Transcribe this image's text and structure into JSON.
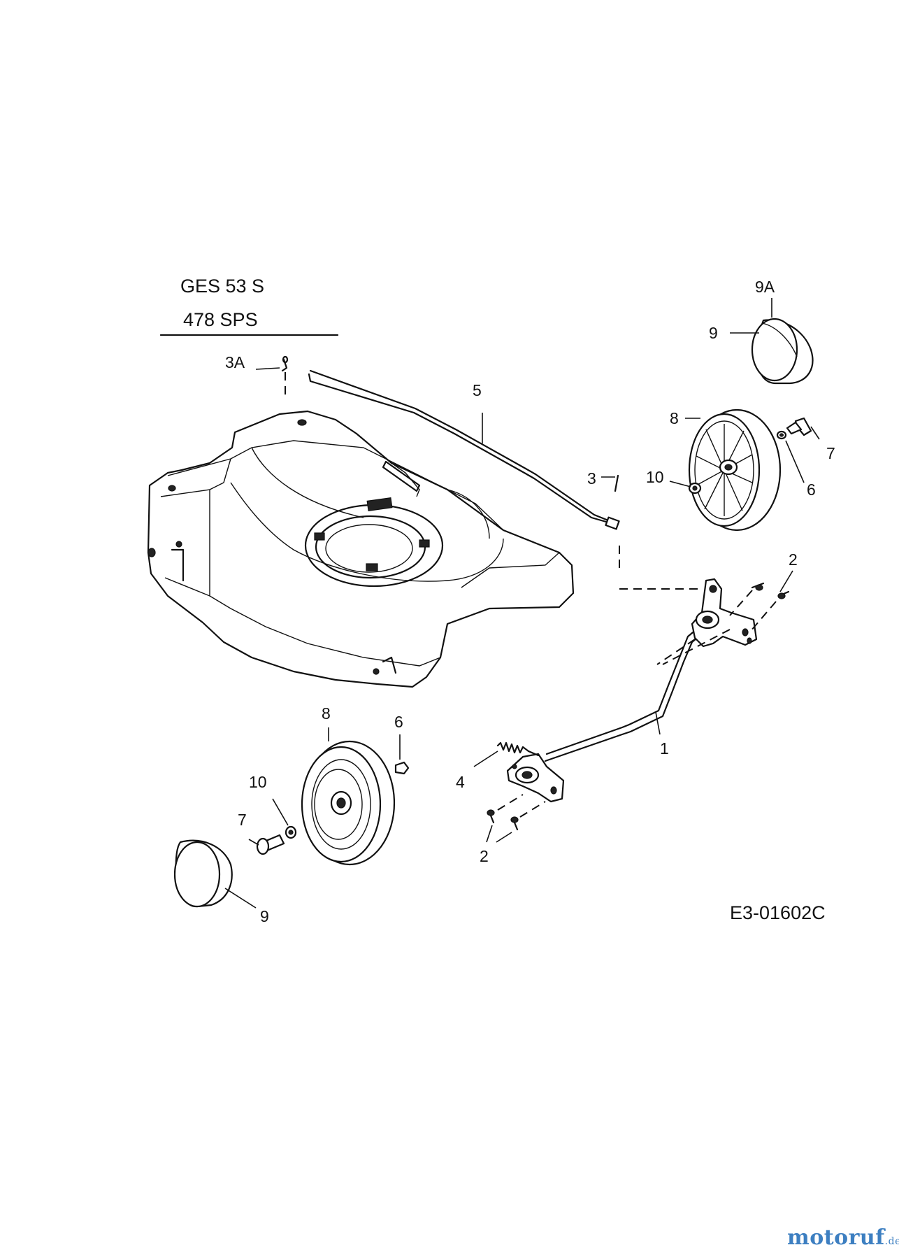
{
  "models": [
    "GES 53 S",
    "478 SPS"
  ],
  "drawing_number": "E3-01602C",
  "watermark": {
    "brand": "motoruf",
    "suffix": ".de",
    "color": "#3d7fc1"
  },
  "callouts": {
    "c_3A": "3A",
    "c_5": "5",
    "c_9A": "9A",
    "c_9_top": "9",
    "c_8_top": "8",
    "c_7_top": "7",
    "c_6_top": "6",
    "c_10_top": "10",
    "c_3": "3",
    "c_2_top": "2",
    "c_1": "1",
    "c_8_bottom": "8",
    "c_6_bottom": "6",
    "c_10_bottom": "10",
    "c_7_bottom": "7",
    "c_4": "4",
    "c_2_bottom": "2",
    "c_9_bottom": "9"
  }
}
